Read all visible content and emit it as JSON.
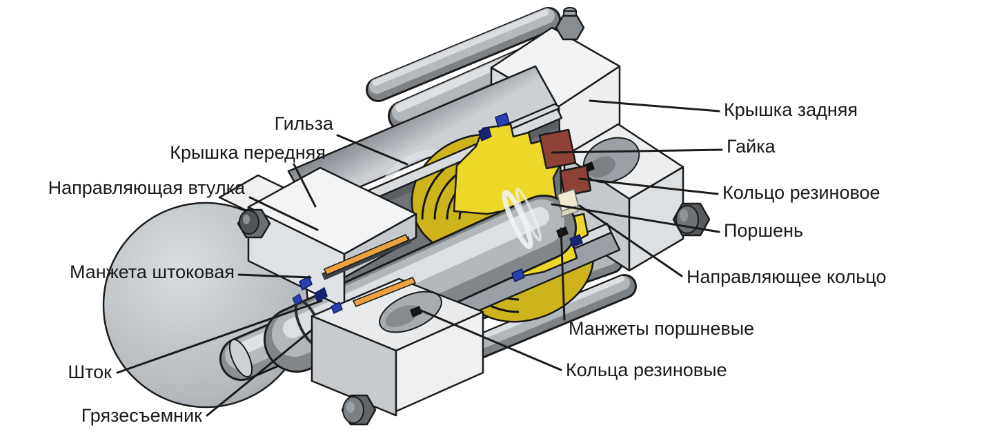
{
  "labels": {
    "sleeve": "Гильза",
    "front_cover": "Крышка передняя",
    "guide_bushing": "Направляющая втулка",
    "rod_seal": "Манжета штоковая",
    "rod": "Шток",
    "wiper": "Грязесъемник",
    "rear_cover": "Крышка задняя",
    "nut": "Гайка",
    "rubber_ring": "Кольцо резиновое",
    "piston": "Поршень",
    "guide_ring": "Направляющее кольцо",
    "piston_seals": "Манжеты поршневые",
    "rubber_rings": "Кольца резиновые"
  },
  "colors": {
    "background": "#ffffff",
    "outline": "#1b1b1b",
    "metal_light": "#f2f3f4",
    "metal_mid": "#c7cbcf",
    "metal_dark": "#82878d",
    "barrel_interior": "#6e7378",
    "piston_yellow": "#ecd829",
    "piston_yellow_dark": "#cdb41c",
    "seal_blue": "#2b3fb0",
    "ring_red": "#8e4136",
    "guide_orange": "#eaa33f",
    "guide_ring_ivory": "#efe9d4"
  }
}
